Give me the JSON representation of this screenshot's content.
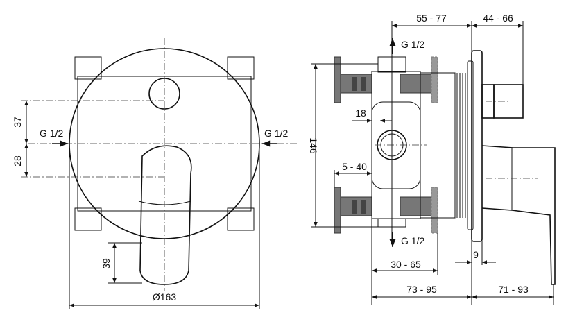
{
  "front_view": {
    "dim_37": "37",
    "dim_28": "28",
    "dim_39": "39",
    "dim_diameter": "Ø163",
    "inlet_left": "G 1/2",
    "inlet_right": "G 1/2"
  },
  "side_view": {
    "dim_55_77": "55 - 77",
    "dim_44_66": "44 - 66",
    "outlet_top": "G 1/2",
    "outlet_bottom": "G 1/2",
    "dim_146": "146",
    "dim_18": "18",
    "dim_5_40": "5 - 40",
    "dim_9": "9",
    "dim_30_65": "30 - 65",
    "dim_73_95": "73 - 95",
    "dim_71_93": "71 - 93"
  }
}
